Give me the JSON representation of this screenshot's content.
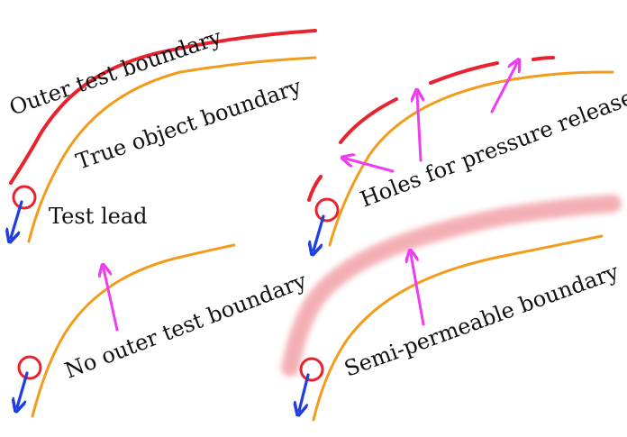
{
  "labels": {
    "outer_test_boundary": "Outer test boundary",
    "true_object_boundary": "True object boundary",
    "test_lead": "Test lead",
    "holes_for_pressure_release": "Holes for pressure release",
    "no_outer_test_boundary": "No outer test boundary",
    "semi_permeable_boundary": "Semi-permeable boundary"
  },
  "colors": {
    "outer_boundary": "#e8232f",
    "object_boundary": "#f39c1c",
    "lead_circle": "#e8232f",
    "lead_arrow": "#1f3fe0",
    "pointer_arrow": "#f03cf0",
    "semi_permeable": "#f2a3a8",
    "text": "#111111"
  }
}
